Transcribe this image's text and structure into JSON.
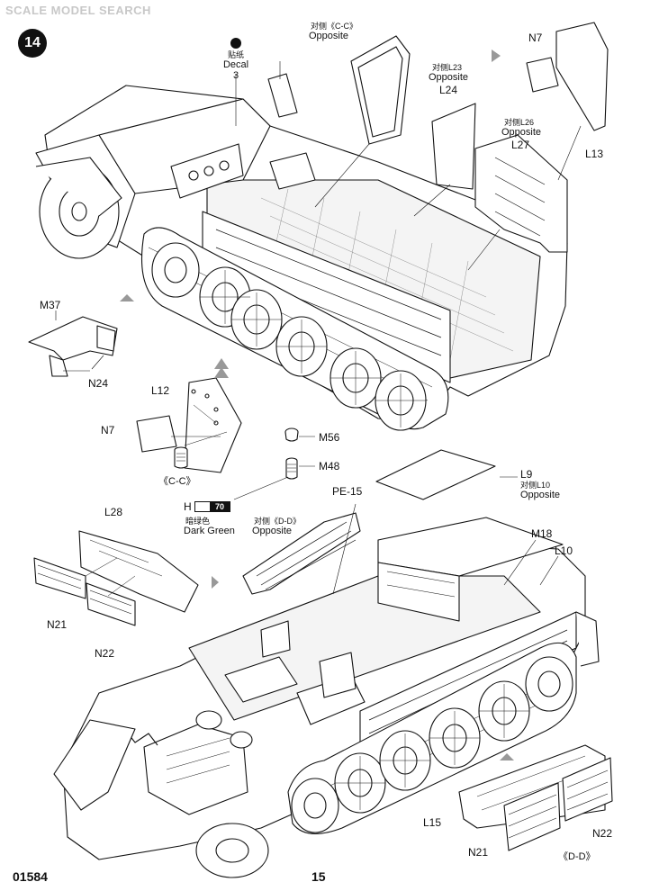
{
  "header": {
    "watermark_prefix": "",
    "watermark_text": "SCALE MODEL SEARCH",
    "step_number": "14"
  },
  "footer": {
    "product_code": "01584",
    "page_number": "15"
  },
  "decal": {
    "zh": "贴纸",
    "en": "Decal",
    "number": "3"
  },
  "top_labels": {
    "cc_zh": "对侧《C-C》",
    "cc_en": "Opposite",
    "l24_zh": "对侧L23",
    "l24_part": "L24",
    "l27_zh": "对侧L26",
    "l27_en": "Opposite",
    "l27_part": "L27",
    "n7_top": "N7",
    "l13": "L13",
    "l24_en": "Opposite"
  },
  "left_labels": {
    "m37": "M37",
    "n24": "N24",
    "l12": "L12",
    "n7": "N7",
    "cc": "《C-C》"
  },
  "middle_labels": {
    "m56": "M56",
    "m48": "M48",
    "paint_letter": "H",
    "paint_code": "70",
    "paint_zh": "暗绿色",
    "paint_en": "Dark Green",
    "dd_zh": "对侧《D-D》",
    "dd_en": "Opposite",
    "pe15": "PE-15",
    "l9": "L9",
    "l9_zh": "对侧L10",
    "l9_en": "Opposite",
    "m18": "M18",
    "l10": "L10",
    "l28": "L28",
    "n21_left": "N21",
    "n22_left": "N22"
  },
  "bottom_labels": {
    "l15": "L15",
    "n22": "N22",
    "n21": "N21",
    "dd": "《D-D》"
  }
}
